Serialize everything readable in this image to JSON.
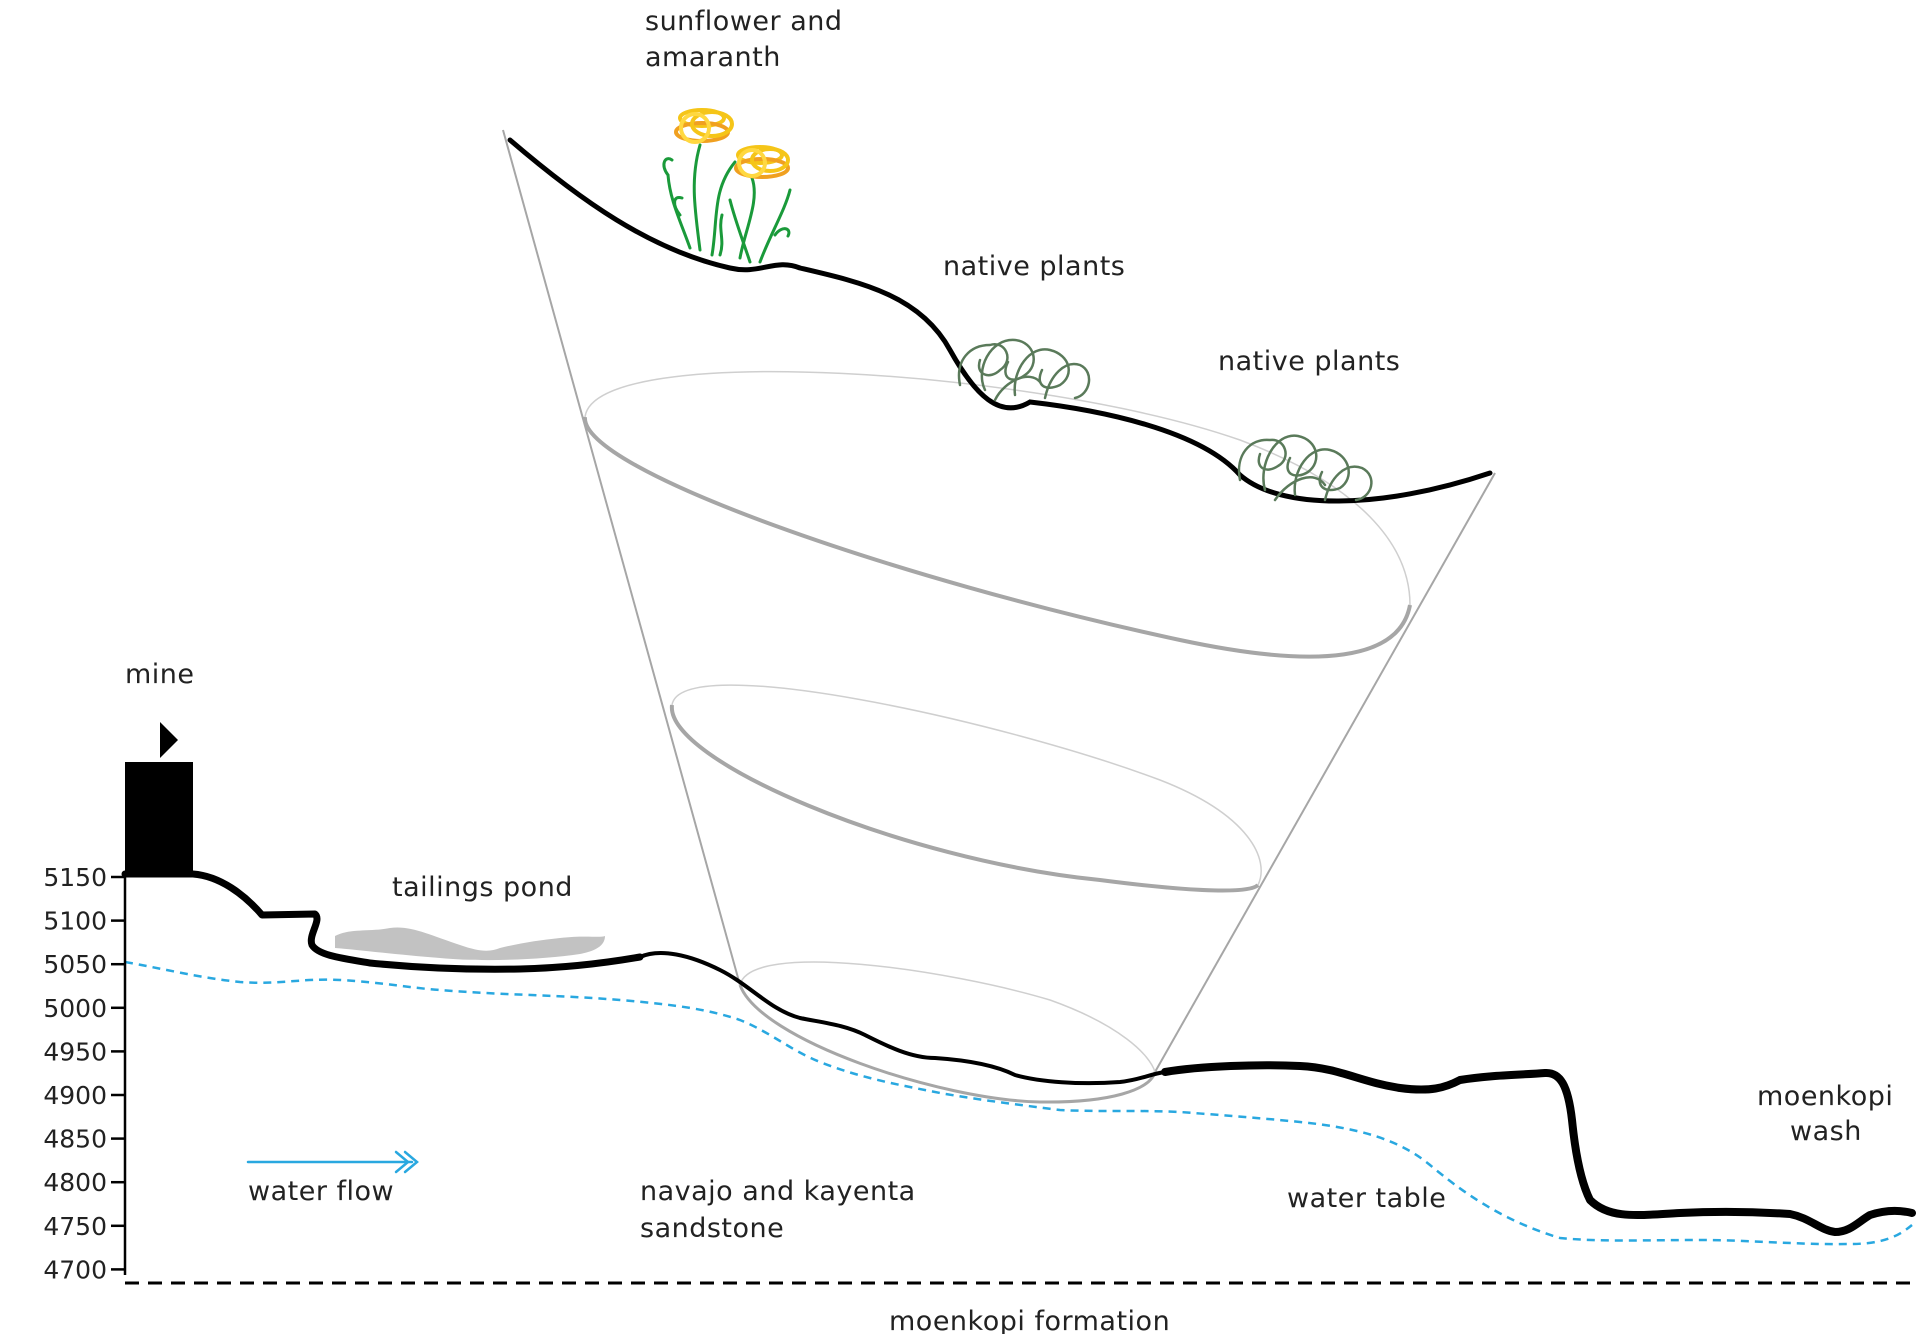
{
  "labels": {
    "crops": [
      "sunflower and",
      "amaranth"
    ],
    "native_plants_1": "native plants",
    "native_plants_2": "native plants",
    "mine": "mine",
    "tailings_pond": "tailings pond",
    "water_flow": "water flow",
    "sandstone": [
      "navajo and kayenta",
      "sandstone"
    ],
    "water_table": "water table",
    "wash": [
      "moenkopi",
      "wash"
    ],
    "formation": "moenkopi formation"
  },
  "elevation_axis": {
    "ticks": [
      "5150",
      "5100",
      "5050",
      "5000",
      "4950",
      "4900",
      "4850",
      "4800",
      "4750",
      "4700"
    ]
  },
  "colors": {
    "ground": "#000000",
    "funnel": "#a6a6a6",
    "water": "#29a8e0",
    "pond": "#c2c2c2",
    "shrub": "#5a7a5a",
    "flower": "#f5c518",
    "stem": "#1a9a3a"
  }
}
